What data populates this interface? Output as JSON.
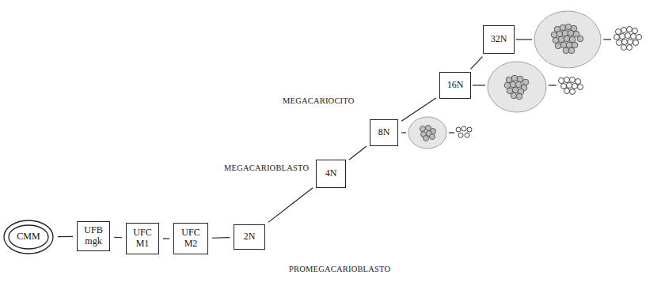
{
  "diagram": {
    "nodes": [
      {
        "text": [
          "CMM"
        ]
      },
      {
        "text": [
          "UFB mgk"
        ]
      },
      {
        "text": [
          "UFC M1"
        ]
      },
      {
        "text": [
          "UFC M2"
        ]
      },
      {
        "text": [
          "2N"
        ]
      },
      {
        "text": [
          "4N"
        ]
      },
      {
        "text": [
          "8N"
        ]
      },
      {
        "text": [
          "16N"
        ]
      },
      {
        "text": [
          "32N"
        ]
      }
    ],
    "edges": [
      {
        "from": 0,
        "to": 1,
        "arrow": "none"
      },
      {
        "from": 1,
        "to": 2,
        "arrow": "none"
      },
      {
        "from": 2,
        "to": 3,
        "arrow": "none"
      },
      {
        "from": 3,
        "to": 4,
        "arrow": "none"
      },
      {
        "from": 4,
        "to": 5,
        "arrow": "none"
      },
      {
        "from": 5,
        "to": 6,
        "arrow": "none"
      },
      {
        "from": 6,
        "to": 7,
        "arrow": "none"
      },
      {
        "from": 7,
        "to": 8,
        "arrow": "none"
      }
    ],
    "labels": [
      "MEGACARIOCITO",
      "MEGACARIOBLASTO",
      "PROMEGACARIOBLASTO"
    ]
  }
}
